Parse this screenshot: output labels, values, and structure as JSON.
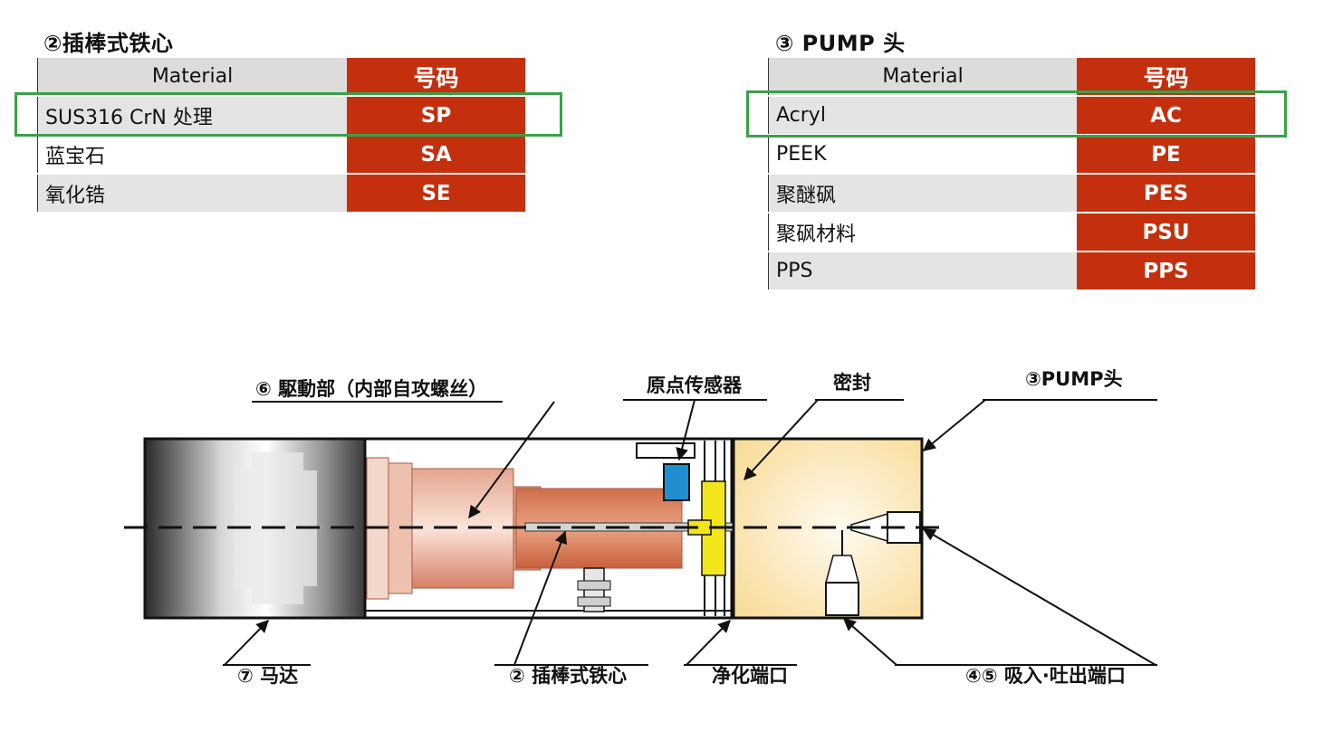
{
  "table_insert": {
    "title": "②插棒式铁心",
    "header": {
      "material": "Material",
      "code": "号码"
    },
    "rows": [
      {
        "material": "SUS316 CrN 处理",
        "code": "SP"
      },
      {
        "material": "蓝宝石",
        "code": "SA"
      },
      {
        "material": "氧化锆",
        "code": "SE"
      }
    ],
    "selected_row": 0
  },
  "table_pump": {
    "title": "③ PUMP 头",
    "header": {
      "material": "Material",
      "code": "号码"
    },
    "rows": [
      {
        "material": "Acryl",
        "code": "AC"
      },
      {
        "material": "PEEK",
        "code": "PE"
      },
      {
        "material": "聚醚砜",
        "code": "PES"
      },
      {
        "material": "聚砜材料",
        "code": "PSU"
      },
      {
        "material": "PPS",
        "code": "PPS"
      }
    ],
    "selected_row": 0
  },
  "diagram": {
    "labels": {
      "drive": "⑥ 駆動部（内部自攻螺丝）",
      "origin_sensor": "原点传感器",
      "seal": "密封",
      "pump_head": "③PUMP头",
      "motor": "⑦ 马达",
      "plunger": "② 插棒式铁心",
      "purge_port": "净化端口",
      "suction_discharge": "④⑤ 吸入·吐出端口"
    }
  },
  "colors": {
    "code_cell": "#c4300d",
    "highlight": "#3aa04a",
    "seal": "#f2e61a",
    "sensor": "#1f8fd0",
    "drive": "#d8836a",
    "pump_head": "#f8dc98"
  }
}
